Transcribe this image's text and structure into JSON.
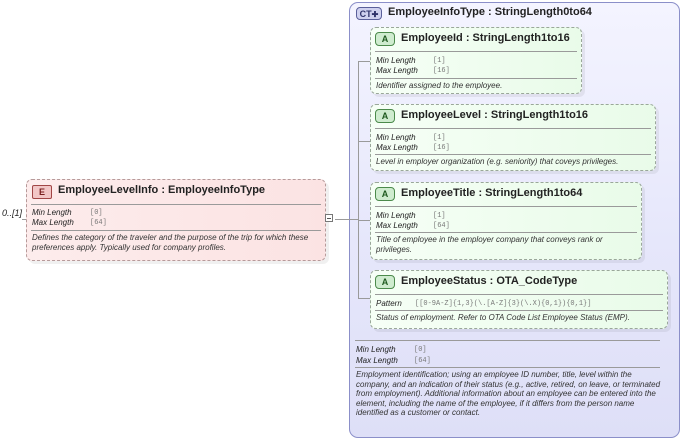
{
  "root_element": {
    "badge": "E",
    "name": "EmployeeLevelInfo",
    "type_text": ": EmployeeInfoType",
    "occurrence": "0..[1]",
    "min_length_label": "Min Length",
    "min_length_value": "[0]",
    "max_length_label": "Max Length",
    "max_length_value": "[64]",
    "doc": "Defines the category of the traveler and the purpose of the trip for which these preferences apply. Typically used for company profiles."
  },
  "complex_type": {
    "badge": "CT",
    "title": "EmployeeInfoType : StringLength0to64",
    "min_length_label": "Min Length",
    "min_length_value": "[0]",
    "max_length_label": "Max Length",
    "max_length_value": "[64]",
    "doc": "Employment identification; using an employee ID number, title, level within the company, and an indication of their status (e.g., active, retired, on leave, or terminated from employment).  Additional information about an employee can be entered into the element, including the name of the employee, if it differs from the person name identified as a customer or contact."
  },
  "attributes": [
    {
      "badge": "A",
      "name": "EmployeeId",
      "type_text": ": StringLength1to16",
      "facets": [
        {
          "label": "Min Length",
          "value": "[1]"
        },
        {
          "label": "Max Length",
          "value": "[16]"
        }
      ],
      "doc": "Identifier assigned to the employee."
    },
    {
      "badge": "A",
      "name": "EmployeeLevel",
      "type_text": ": StringLength1to16",
      "facets": [
        {
          "label": "Min Length",
          "value": "[1]"
        },
        {
          "label": "Max Length",
          "value": "[16]"
        }
      ],
      "doc": "Level in employer organization (e.g. seniority) that coveys privileges."
    },
    {
      "badge": "A",
      "name": "EmployeeTitle",
      "type_text": ": StringLength1to64",
      "facets": [
        {
          "label": "Min Length",
          "value": "[1]"
        },
        {
          "label": "Max Length",
          "value": "[64]"
        }
      ],
      "doc": "Title of employee in the employer company that conveys rank or privileges."
    },
    {
      "badge": "A",
      "name": "EmployeeStatus",
      "type_text": ": OTA_CodeType",
      "facets": [
        {
          "label": "Pattern",
          "value": "[[0-9A-Z]{1,3}(\\.[A-Z]{3}(\\.X){0,1}){0,1}]"
        }
      ],
      "doc": "Status of employment. Refer to OTA Code List Employee Status (EMP)."
    }
  ]
}
